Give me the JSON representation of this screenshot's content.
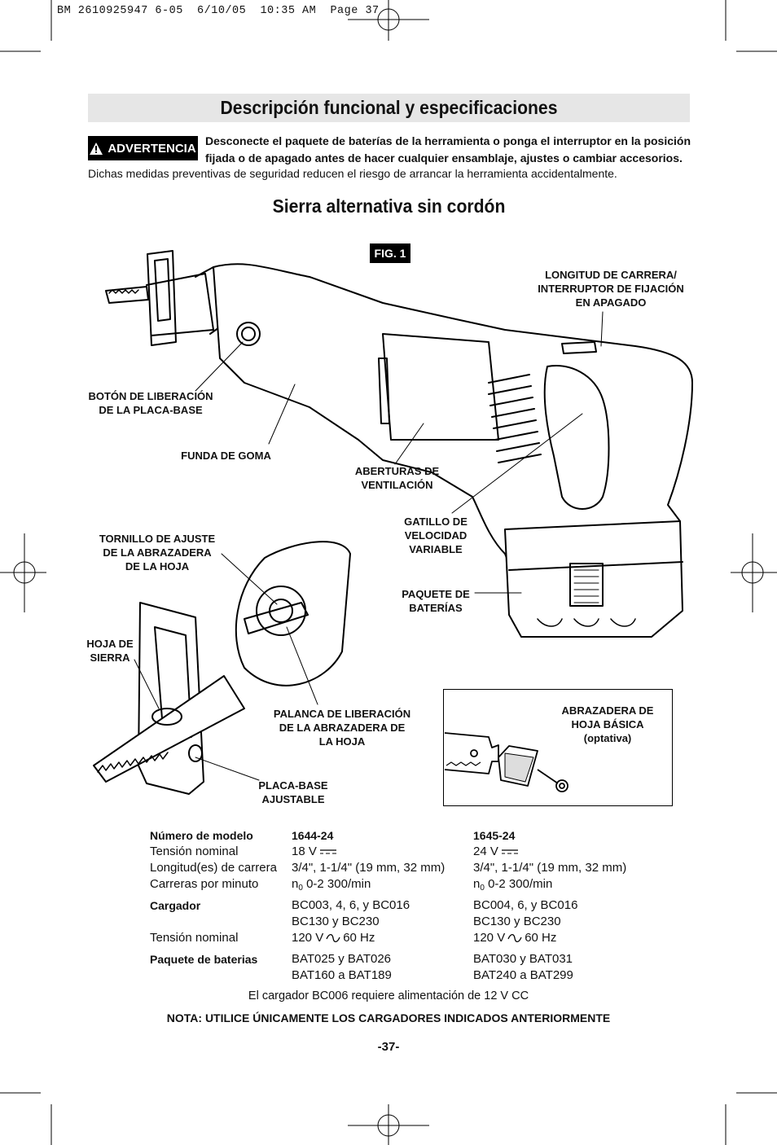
{
  "header": {
    "print_line": "BM 2610925947 6-05  6/10/05  10:35 AM  Page 37"
  },
  "title": "Descripción funcional y especificaciones",
  "warning": {
    "badge": "ADVERTENCIA",
    "bold_text": "Desconecte el paquete de baterías de la herramienta o ponga el interruptor en la posición fijada o de apagado antes de hacer cualquier ensamblaje, ajustes o cambiar accesorios.",
    "normal_text": "Dichas medidas preventivas de seguridad reducen el riesgo de arrancar la herramienta accidentalmente."
  },
  "subtitle": "Sierra alternativa sin cordón",
  "figure": {
    "tag": "FIG. 1",
    "labels": {
      "stroke_length": "LONGITUD DE CARRERA/\nINTERRUPTOR DE FIJACIÓN\nEN APAGADO",
      "base_release": "BOTÓN DE LIBERACIÓN\nDE LA PLACA-BASE",
      "rubber_boot": "FUNDA DE GOMA",
      "vents": "ABERTURAS DE\nVENTILACIÓN",
      "trigger": "GATILLO DE\nVELOCIDAD\nVARIABLE",
      "clamp_screw": "TORNILLO DE AJUSTE\nDE LA ABRAZADERA\nDE LA HOJA",
      "battery": "PAQUETE DE\nBATERÍAS",
      "blade": "HOJA DE\nSIERRA",
      "release_lever": "PALANCA DE LIBERACIÓN\nDE LA ABRAZADERA DE\nLA HOJA",
      "base": "PLACA-BASE\nAJUSTABLE",
      "basic_clamp": "ABRAZADERA DE\nHOJA BÁSICA\n(optativa)"
    }
  },
  "specs": {
    "rows": [
      {
        "label": "Número de modelo",
        "bold": true,
        "a": "1644-24",
        "b": "1645-24"
      },
      {
        "label": "Tensión nominal",
        "bold": false,
        "a": "18 V",
        "b": "24 V",
        "dc": true
      },
      {
        "label": "Longitud(es) de carrera",
        "bold": false,
        "a": "3/4\", 1-1/4\" (19 mm, 32 mm)",
        "b": "3/4\", 1-1/4\" (19 mm, 32 mm)"
      },
      {
        "label": "Carreras por minuto",
        "bold": false,
        "a": "0-2 300/min",
        "b": "0-2 300/min",
        "n0": true
      },
      {
        "label": "Cargador",
        "bold": true,
        "a": "BC003, 4, 6, y BC016",
        "b": "BC004, 6, y BC016"
      },
      {
        "label": "",
        "bold": false,
        "a": "BC130 y BC230",
        "b": "BC130 y BC230"
      },
      {
        "label": "Tensión nominal",
        "bold": false,
        "a": "120 V",
        "b": "120 V",
        "ac": "60 Hz"
      },
      {
        "label": "Paquete de baterias",
        "bold": true,
        "a": "BAT025 y BAT026",
        "b": "BAT030 y BAT031"
      },
      {
        "label": "",
        "bold": false,
        "a": "BAT160 a BAT189",
        "b": "BAT240 a BAT299"
      }
    ],
    "n0_symbol": "n",
    "n0_sub": "0",
    "charger_note": "El cargador BC006 requiere alimentación de 12 V CC",
    "nota": "NOTA: UTILICE ÚNICAMENTE LOS CARGADORES INDICADOS ANTERIORMENTE"
  },
  "page_number": "-37-"
}
